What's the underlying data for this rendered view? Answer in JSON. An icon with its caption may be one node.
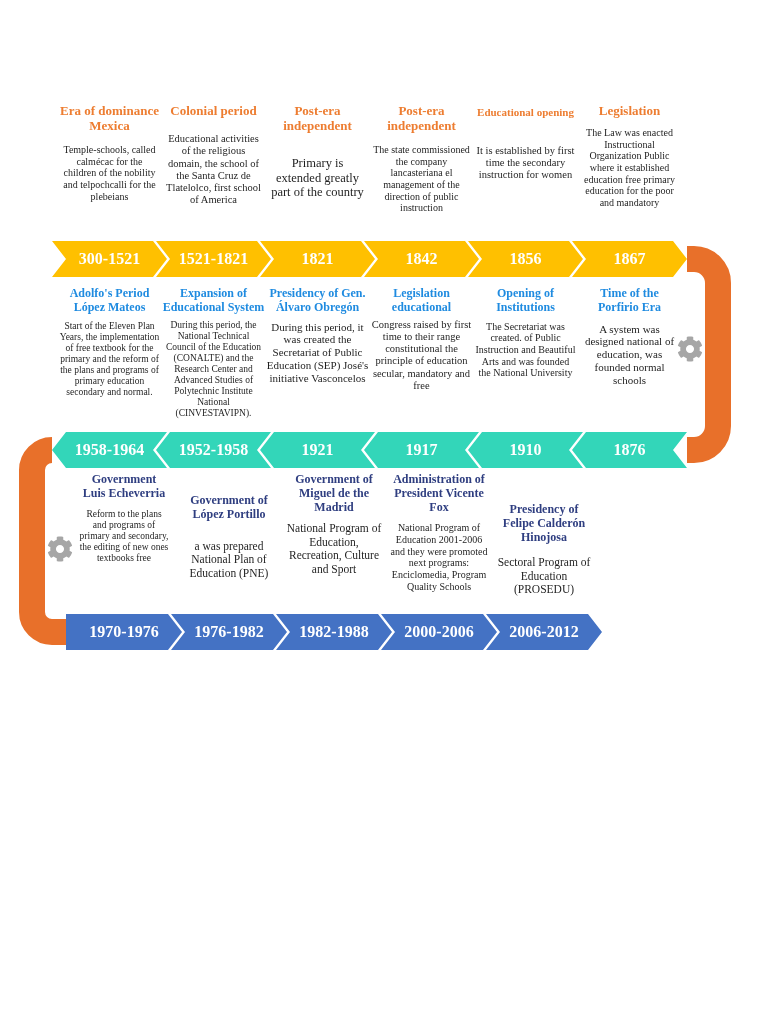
{
  "diagram": {
    "nodes": [
      {
        "text": [
          "300-1521"
        ],
        "beside": [
          "Era of dominance Mexica",
          "Temple-schools, called calmécac for the children of the nobility and telpochcalli for the plebeians"
        ]
      },
      {
        "text": [
          "1521-1821"
        ],
        "beside": [
          "Colonial period",
          "Educational activities of the religious domain, the school of the Santa Cruz de Tlatelolco, first school of America"
        ]
      },
      {
        "text": [
          "1821"
        ],
        "beside": [
          "Post-era independent",
          "Primary is extended greatly part of the country"
        ]
      },
      {
        "text": [
          "1842"
        ],
        "beside": [
          "Post-era independent",
          "The state commissioned the company lancasteriana el management of the direction of public instruction"
        ]
      },
      {
        "text": [
          "1856"
        ],
        "beside": [
          "Educational opening",
          "It is established by first time the secondary instruction for women"
        ]
      },
      {
        "text": [
          "1867"
        ],
        "beside": [
          "Legislation",
          "The Law was enacted Instructional Organization Public where it established education free primary education for the poor and mandatory"
        ]
      },
      {
        "text": [
          "1876"
        ],
        "beside": [
          "Time of the Porfirio Era",
          "A system was designed national of education, was founded normal schools"
        ]
      },
      {
        "text": [
          "1910"
        ],
        "beside": [
          "Opening of Institutions",
          "The Secretariat was created. of Public Instruction and Beautiful Arts and was founded the National University"
        ]
      },
      {
        "text": [
          "1917"
        ],
        "beside": [
          "Legislation educational",
          "Congress raised by first time to their range constitutional the principle of education secular, mandatory and free"
        ]
      },
      {
        "text": [
          "1921"
        ],
        "beside": [
          "Presidency of Gen. Álvaro Obregón",
          "During this period, it was created the Secretariat of Public Education (SEP) José's initiative Vasconcelos"
        ]
      },
      {
        "text": [
          "1952-1958"
        ],
        "beside": [
          "Expansion of Educational System",
          "During this period, the National Technical Council of the Education (CONALTE) and the Research Center and Advanced Studies of Polytechnic Institute National (CINVESTAVIPN)."
        ]
      },
      {
        "text": [
          "1958-1964"
        ],
        "beside": [
          "Adolfo's Period López Mateos",
          "Start of the Eleven Plan Years, the implementation of free textbook for the primary and the reform of the plans and programs of primary education secondary and normal."
        ]
      },
      {
        "text": [
          "1970-1976"
        ],
        "beside": [
          "Government Luis Echeverria",
          "Reform to the plans and programs of primary and secondary, the editing of new ones textbooks free"
        ]
      },
      {
        "text": [
          "1976-1982"
        ],
        "beside": [
          "Government of López Portillo",
          "a was prepared National Plan of Education (PNE)"
        ]
      },
      {
        "text": [
          "1982-1988"
        ],
        "beside": [
          "Government of Miguel de the Madrid",
          "National Program of Education, Recreation, Culture and Sport"
        ]
      },
      {
        "text": [
          "2000-2006"
        ],
        "beside": [
          "Administration of President Vicente Fox",
          "National Program of Education 2001-2006 and they were promoted next programs: Enciclomedia, Program Quality Schools"
        ]
      },
      {
        "text": [
          "2006-2012"
        ],
        "beside": [
          "Presidency of Felipe Calderón Hinojosa",
          "Sectoral Program of Education (PROSEDU)"
        ]
      }
    ],
    "edges": [
      {
        "from": 5,
        "to": 6,
        "arrow": "none"
      },
      {
        "from": 11,
        "to": 12,
        "arrow": "none"
      }
    ]
  }
}
